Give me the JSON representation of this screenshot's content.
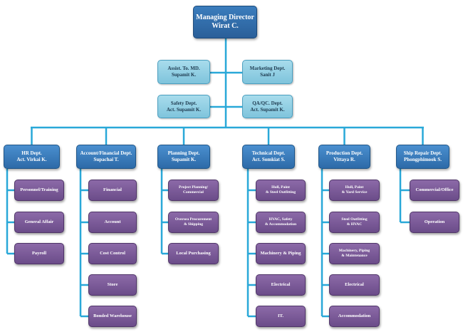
{
  "top": {
    "line1": "Managing Director",
    "line2": "Wirat C."
  },
  "mid": [
    {
      "line1": "Assist. To. MD.",
      "line2": "Supamit  K."
    },
    {
      "line1": "Marketing Dept.",
      "line2": "Sanit J"
    },
    {
      "line1": "Safety Dept.",
      "line2": "Act. Supamit K."
    },
    {
      "line1": "QA/QC. Dept.",
      "line2": "Act. Supamit K."
    }
  ],
  "departments": [
    {
      "line1": "HR Dept.",
      "line2": "Act. Virkai K.",
      "items": [
        {
          "lines": [
            "Personnel/Training"
          ]
        },
        {
          "lines": [
            "General Affair"
          ]
        },
        {
          "lines": [
            "Payroll"
          ]
        }
      ]
    },
    {
      "line1": "Account/Financial Dept.",
      "line2": "Supachai T.",
      "items": [
        {
          "lines": [
            "Financial"
          ]
        },
        {
          "lines": [
            "Account"
          ]
        },
        {
          "lines": [
            "Cost Control"
          ]
        },
        {
          "lines": [
            "Store"
          ]
        },
        {
          "lines": [
            "Bonded Warehouse"
          ]
        }
      ]
    },
    {
      "line1": "Planning Dept.",
      "line2": "Supamit K.",
      "items": [
        {
          "lines": [
            "Project Planning/",
            "Commercial"
          ]
        },
        {
          "lines": [
            "Oversea Procurement",
            "& Shipping"
          ]
        },
        {
          "lines": [
            "Local Purchasing"
          ]
        }
      ]
    },
    {
      "line1": "Technical Dept.",
      "line2": "Act. Somkiat S.",
      "items": [
        {
          "lines": [
            "Hull, Paint",
            "& Steel Outfitting"
          ]
        },
        {
          "lines": [
            "HVAC, Safety",
            "& Accommodation"
          ]
        },
        {
          "lines": [
            "Machinery & Piping"
          ]
        },
        {
          "lines": [
            "Electrical"
          ]
        },
        {
          "lines": [
            "IT."
          ]
        }
      ]
    },
    {
      "line1": "Production Dept.",
      "line2": "Vittaya R.",
      "items": [
        {
          "lines": [
            "Hull, Paint",
            "& Yard Service"
          ]
        },
        {
          "lines": [
            "Steel Outfitting",
            "& HVAC"
          ]
        },
        {
          "lines": [
            "Machinery, Piping",
            "& Maintenance"
          ]
        },
        {
          "lines": [
            "Electrical"
          ]
        },
        {
          "lines": [
            "Accommodation"
          ]
        }
      ]
    },
    {
      "line1": "Ship Repair Dept.",
      "line2": "Phongphimook S.",
      "items": [
        {
          "lines": [
            "Commercial/Office"
          ]
        },
        {
          "lines": [
            "Operation"
          ]
        }
      ]
    }
  ],
  "colors": {
    "connector": "#29a8d8",
    "top_box": "#2f6ea8",
    "mid_box": "#92d0e6",
    "dept_box": "#3a7cbf",
    "sub_box": "#7a5a98"
  }
}
